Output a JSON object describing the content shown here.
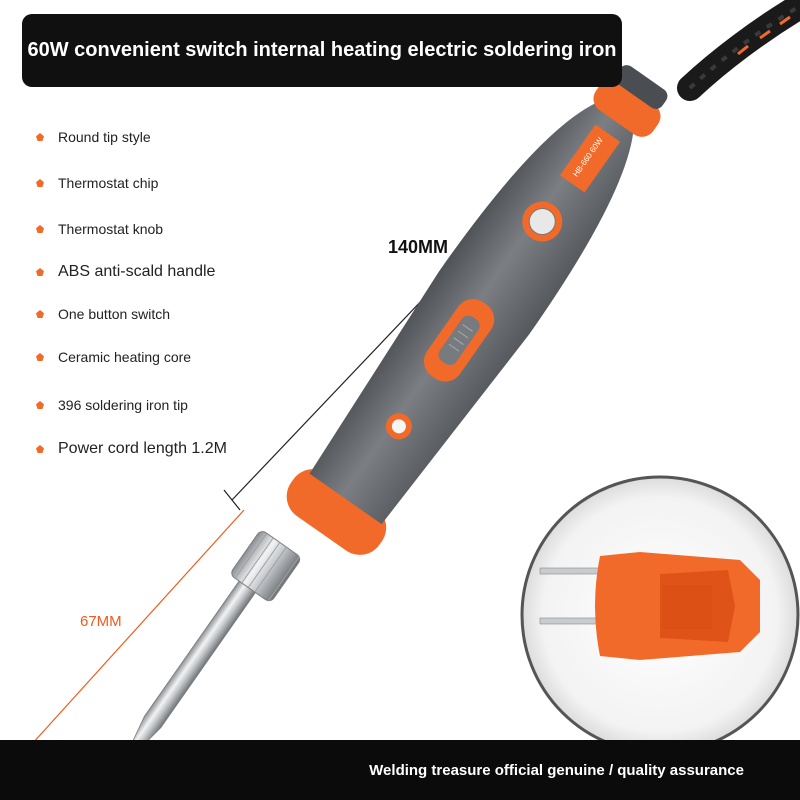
{
  "title": "60W convenient switch internal heating electric soldering iron",
  "features": [
    {
      "label": "Round tip style"
    },
    {
      "label": "Thermostat chip"
    },
    {
      "label": "Thermostat knob"
    },
    {
      "label": "ABS anti-scald handle"
    },
    {
      "label": "One button switch"
    },
    {
      "label": "Ceramic heating core"
    },
    {
      "label": "396 soldering iron tip"
    },
    {
      "label": "Power cord length 1.2M"
    }
  ],
  "dimensions": {
    "handle_length": "140MM",
    "tip_length": "67MM"
  },
  "handle_label": "HB-660 60W",
  "footer": "Welding treasure official genuine / quality assurance",
  "colors": {
    "accent": "#f26a2a",
    "handle": "#6b6e72",
    "title_bg": "#101010"
  },
  "icons": {
    "bullet": "pentagon-bullet-icon",
    "plug": "power-plug-icon"
  }
}
